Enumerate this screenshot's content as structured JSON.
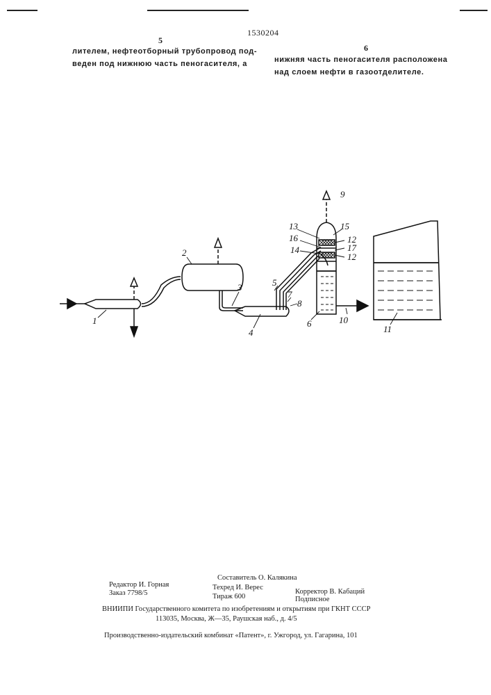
{
  "header": {
    "patent_number": "1530204",
    "column_left": "5",
    "column_right": "6"
  },
  "text": {
    "left_lines": [
      "лителем, нефтеотборный трубопровод под-",
      "веден под нижнюю часть пеногасителя, а"
    ],
    "right_lines": [
      "нижняя часть пеногасителя расположена",
      "над слоем нефти в газоотделителе."
    ]
  },
  "diagram": {
    "labels": {
      "l1": "1",
      "l2": "2",
      "l3": "3",
      "l4": "4",
      "l5": "5",
      "l6": "6",
      "l7": "7",
      "l8": "8",
      "l9": "9",
      "l10": "10",
      "l11": "11",
      "l12a": "12",
      "l12b": "12",
      "l13": "13",
      "l14": "14",
      "l15": "15",
      "l16": "16",
      "l17": "17"
    }
  },
  "imprint": {
    "editor": "Редактор И. Горная",
    "order": "Заказ 7798/5",
    "compiler": "Составитель О. Калякина",
    "techred": "Техред И. Верес",
    "circulation": "Тираж 600",
    "corrector": "Корректор В. Кабаций",
    "subscription": "Подписное",
    "vniipi": "ВНИИПИ Государственного комитета по изобретениям и открытиям при ГКНТ СССР",
    "address": "113035, Москва, Ж—35, Раушская наб., д. 4/5",
    "publisher": "Производственно-издательский комбинат «Патент», г. Ужгород, ул. Гагарина, 101"
  }
}
